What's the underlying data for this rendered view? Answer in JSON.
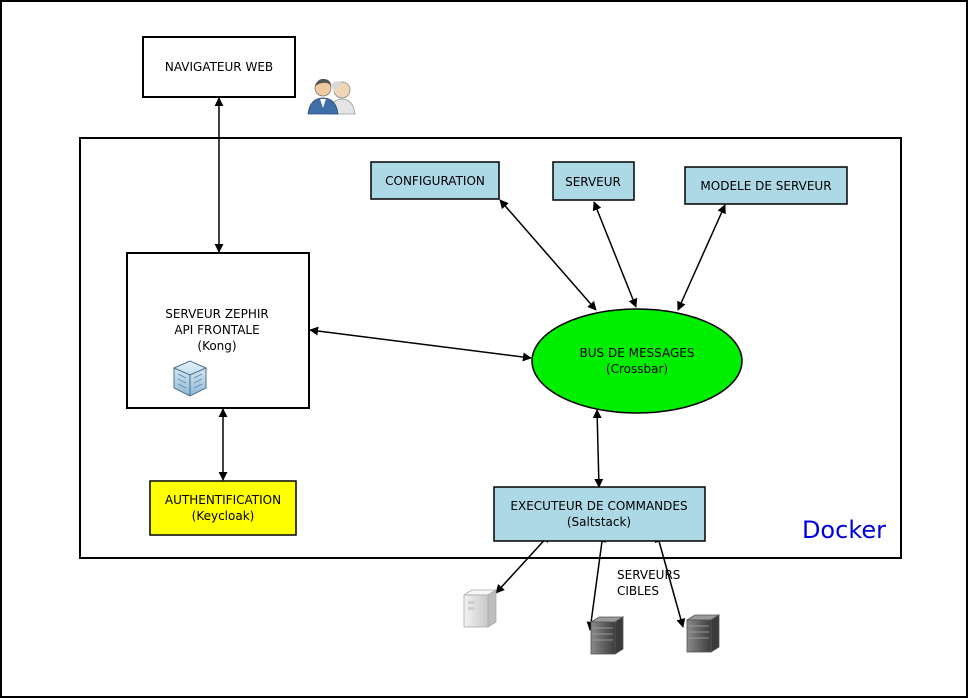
{
  "nodes": {
    "browser": {
      "line1": "NAVIGATEUR WEB"
    },
    "zephir": {
      "line1": "SERVEUR ZEPHIR",
      "line2": "API FRONTALE",
      "line3": "(Kong)"
    },
    "auth": {
      "line1": "AUTHENTIFICATION",
      "line2": "(Keycloak)",
      "fill": "#ffff00"
    },
    "configuration": {
      "line1": "CONFIGURATION",
      "fill": "#add8e6"
    },
    "serveur": {
      "line1": "SERVEUR",
      "fill": "#add8e6"
    },
    "modele": {
      "line1": "MODELE DE SERVEUR",
      "fill": "#add8e6"
    },
    "bus": {
      "line1": "BUS DE MESSAGES",
      "line2": "(Crossbar)",
      "fill": "#00ee00"
    },
    "executeur": {
      "line1": "EXECUTEUR DE COMMANDES",
      "line2": "(Saltstack)",
      "fill": "#add8e6"
    }
  },
  "container": {
    "label": "Docker",
    "label_color": "#0000dd"
  },
  "targets": {
    "line1": "SERVEURS",
    "line2": "CIBLES"
  },
  "icons": {
    "users": "users-icon",
    "kong": "kong-server-icon",
    "server_light": "server-light-icon",
    "server_dark": "server-dark-icon"
  }
}
